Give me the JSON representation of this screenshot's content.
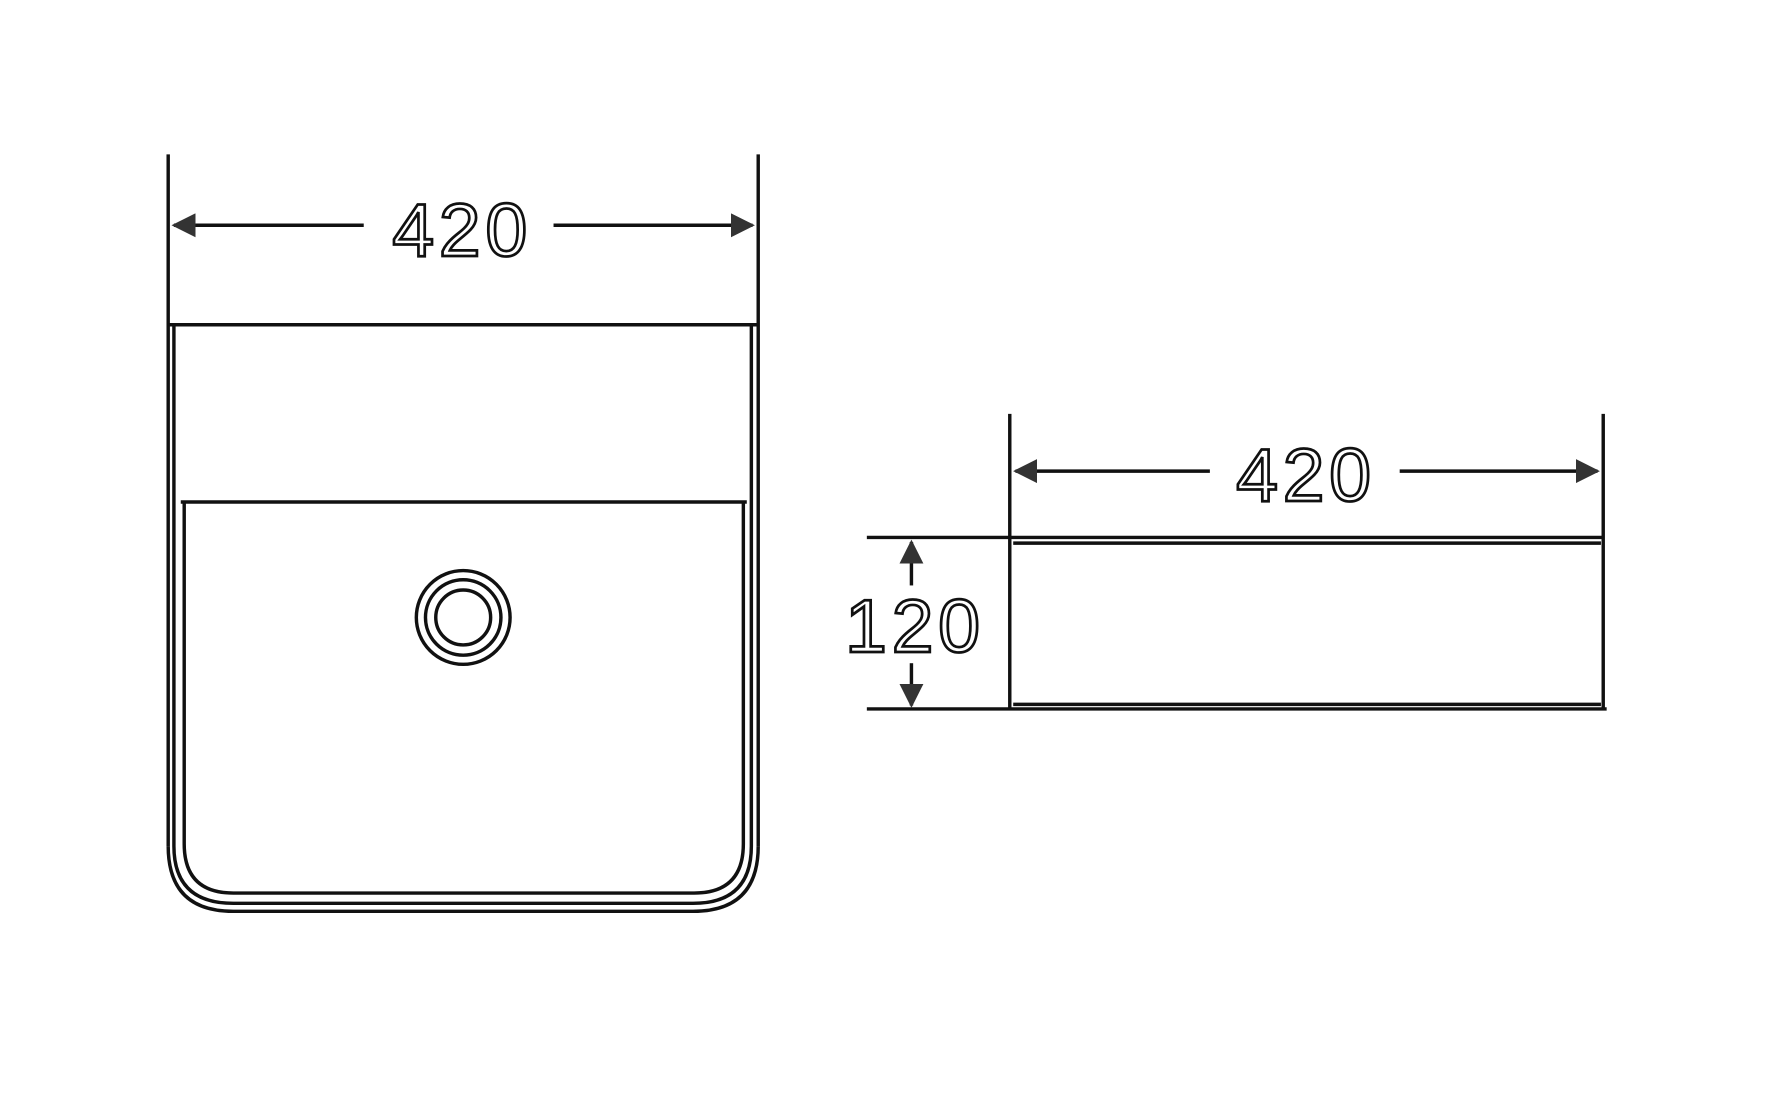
{
  "drawing": {
    "front_view": {
      "width_label": "420"
    },
    "side_view": {
      "width_label": "420",
      "height_label": "120"
    },
    "line_color": "#111111"
  }
}
